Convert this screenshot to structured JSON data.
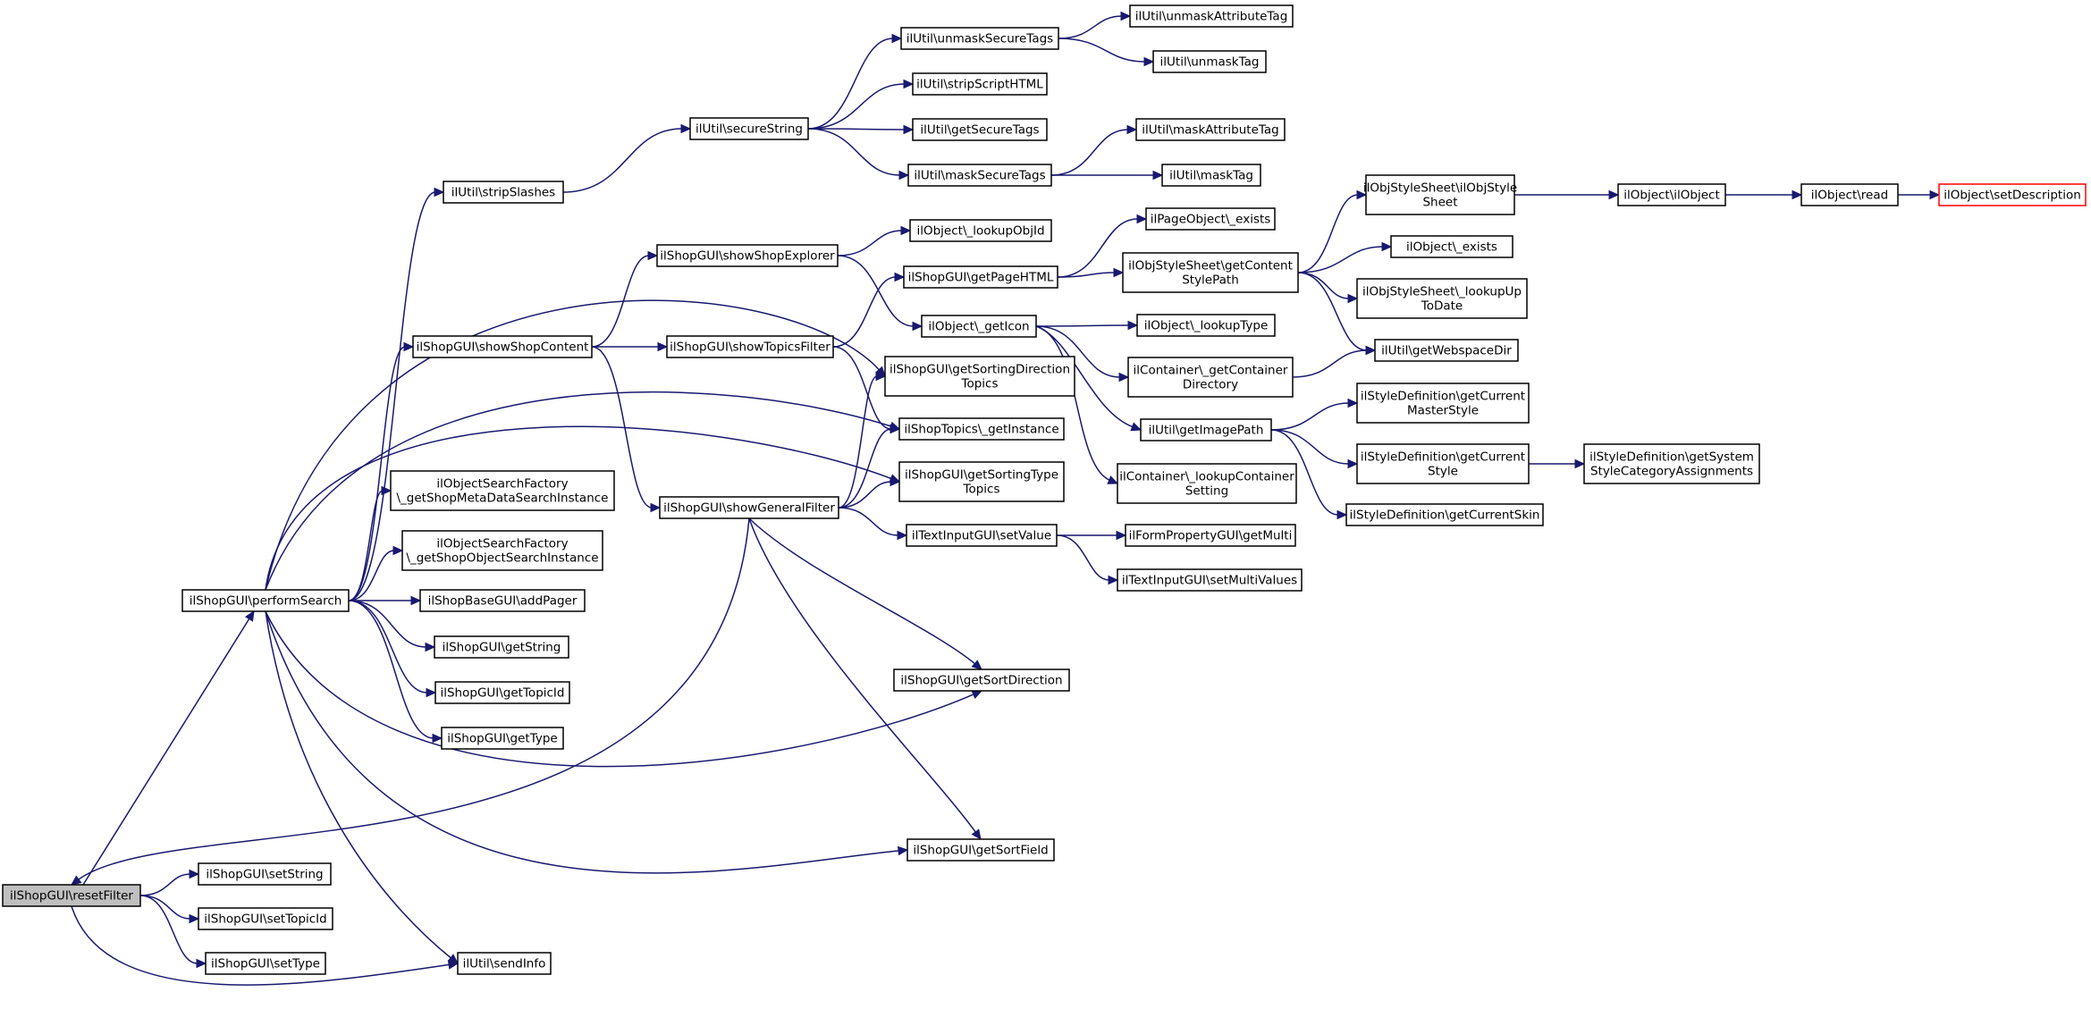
{
  "colors": {
    "edge": "#191970",
    "border": "#000000",
    "root_fill": "#bfbfbf",
    "highlight_border": "#ff0000"
  },
  "nodes": {
    "resetFilter": {
      "lines": [
        "ilShopGUI\\resetFilter"
      ],
      "style": "root"
    },
    "performSearch": {
      "lines": [
        "ilShopGUI\\performSearch"
      ]
    },
    "setString": {
      "lines": [
        "ilShopGUI\\setString"
      ]
    },
    "setTopicId": {
      "lines": [
        "ilShopGUI\\setTopicId"
      ]
    },
    "setType": {
      "lines": [
        "ilShopGUI\\setType"
      ]
    },
    "sendInfo": {
      "lines": [
        "ilUtil\\sendInfo"
      ]
    },
    "showGeneralFilter": {
      "lines": [
        "ilShopGUI\\showGeneralFilter"
      ]
    },
    "stripSlashes": {
      "lines": [
        "ilUtil\\stripSlashes"
      ]
    },
    "showShopContent": {
      "lines": [
        "ilShopGUI\\showShopContent"
      ]
    },
    "getShopMetaDataSearchInstance": {
      "lines": [
        "ilObjectSearchFactory",
        "\\_getShopMetaDataSearchInstance"
      ]
    },
    "getShopObjectSearchInstance": {
      "lines": [
        "ilObjectSearchFactory",
        "\\_getShopObjectSearchInstance"
      ]
    },
    "addPager": {
      "lines": [
        "ilShopBaseGUI\\addPager"
      ]
    },
    "getString": {
      "lines": [
        "ilShopGUI\\getString"
      ]
    },
    "getTopicId": {
      "lines": [
        "ilShopGUI\\getTopicId"
      ]
    },
    "getType": {
      "lines": [
        "ilShopGUI\\getType"
      ]
    },
    "secureString": {
      "lines": [
        "ilUtil\\secureString"
      ]
    },
    "showShopExplorer": {
      "lines": [
        "ilShopGUI\\showShopExplorer"
      ]
    },
    "showTopicsFilter": {
      "lines": [
        "ilShopGUI\\showTopicsFilter"
      ]
    },
    "unmaskSecureTags": {
      "lines": [
        "ilUtil\\unmaskSecureTags"
      ]
    },
    "stripScriptHTML": {
      "lines": [
        "ilUtil\\stripScriptHTML"
      ]
    },
    "getSecureTags": {
      "lines": [
        "ilUtil\\getSecureTags"
      ]
    },
    "maskSecureTags": {
      "lines": [
        "ilUtil\\maskSecureTags"
      ]
    },
    "lookupObjId": {
      "lines": [
        "ilObject\\_lookupObjId"
      ]
    },
    "getPageHTML": {
      "lines": [
        "ilShopGUI\\getPageHTML"
      ]
    },
    "getIcon": {
      "lines": [
        "ilObject\\_getIcon"
      ]
    },
    "getSortingDirectionTopics": {
      "lines": [
        "ilShopGUI\\getSortingDirection",
        "Topics"
      ]
    },
    "shopTopicsGetInstance": {
      "lines": [
        "ilShopTopics\\_getInstance"
      ]
    },
    "getSortingTypeTopics": {
      "lines": [
        "ilShopGUI\\getSortingType",
        "Topics"
      ]
    },
    "setValue": {
      "lines": [
        "ilTextInputGUI\\setValue"
      ]
    },
    "getSortDirection": {
      "lines": [
        "ilShopGUI\\getSortDirection"
      ]
    },
    "getSortField": {
      "lines": [
        "ilShopGUI\\getSortField"
      ]
    },
    "unmaskAttributeTag": {
      "lines": [
        "ilUtil\\unmaskAttributeTag"
      ]
    },
    "unmaskTag": {
      "lines": [
        "ilUtil\\unmaskTag"
      ]
    },
    "maskAttributeTag": {
      "lines": [
        "ilUtil\\maskAttributeTag"
      ]
    },
    "maskTag": {
      "lines": [
        "ilUtil\\maskTag"
      ]
    },
    "pageObjectExists": {
      "lines": [
        "ilPageObject\\_exists"
      ]
    },
    "getContentStylePath": {
      "lines": [
        "ilObjStyleSheet\\getContent",
        "StylePath"
      ]
    },
    "lookupType": {
      "lines": [
        "ilObject\\_lookupType"
      ]
    },
    "getContainerDirectory": {
      "lines": [
        "ilContainer\\_getContainer",
        "Directory"
      ]
    },
    "getImagePath": {
      "lines": [
        "ilUtil\\getImagePath"
      ]
    },
    "lookupContainerSetting": {
      "lines": [
        "ilContainer\\_lookupContainer",
        "Setting"
      ]
    },
    "getMulti": {
      "lines": [
        "ilFormPropertyGUI\\getMulti"
      ]
    },
    "setMultiValues": {
      "lines": [
        "ilTextInputGUI\\setMultiValues"
      ]
    },
    "ilObjStyleSheetCtor": {
      "lines": [
        "ilObjStyleSheet\\ilObjStyle",
        "Sheet"
      ]
    },
    "objectExists": {
      "lines": [
        "ilObject\\_exists"
      ]
    },
    "lookupUpToDate": {
      "lines": [
        "ilObjStyleSheet\\_lookupUp",
        "ToDate"
      ]
    },
    "getWebspaceDir": {
      "lines": [
        "ilUtil\\getWebspaceDir"
      ]
    },
    "getCurrentMasterStyle": {
      "lines": [
        "ilStyleDefinition\\getCurrent",
        "MasterStyle"
      ]
    },
    "getCurrentStyle": {
      "lines": [
        "ilStyleDefinition\\getCurrent",
        "Style"
      ]
    },
    "getCurrentSkin": {
      "lines": [
        "ilStyleDefinition\\getCurrentSkin"
      ]
    },
    "ilObjectCtor": {
      "lines": [
        "ilObject\\ilObject"
      ]
    },
    "getSystemStyleCategoryAssignments": {
      "lines": [
        "ilStyleDefinition\\getSystem",
        "StyleCategoryAssignments"
      ]
    },
    "read": {
      "lines": [
        "ilObject\\read"
      ]
    },
    "setDescription": {
      "lines": [
        "ilObject\\setDescription"
      ],
      "style": "red"
    }
  },
  "edges": [
    [
      "resetFilter",
      "performSearch"
    ],
    [
      "resetFilter",
      "setString"
    ],
    [
      "resetFilter",
      "setTopicId"
    ],
    [
      "resetFilter",
      "setType"
    ],
    [
      "resetFilter",
      "sendInfo"
    ],
    [
      "showGeneralFilter",
      "resetFilter"
    ],
    [
      "performSearch",
      "stripSlashes"
    ],
    [
      "performSearch",
      "showShopContent"
    ],
    [
      "performSearch",
      "getSortingDirectionTopics"
    ],
    [
      "performSearch",
      "shopTopicsGetInstance"
    ],
    [
      "performSearch",
      "getSortingTypeTopics"
    ],
    [
      "performSearch",
      "getShopMetaDataSearchInstance"
    ],
    [
      "performSearch",
      "getShopObjectSearchInstance"
    ],
    [
      "performSearch",
      "addPager"
    ],
    [
      "performSearch",
      "getString"
    ],
    [
      "performSearch",
      "getTopicId"
    ],
    [
      "performSearch",
      "getType"
    ],
    [
      "performSearch",
      "getSortDirection"
    ],
    [
      "performSearch",
      "getSortField"
    ],
    [
      "performSearch",
      "sendInfo"
    ],
    [
      "stripSlashes",
      "secureString"
    ],
    [
      "showShopContent",
      "showShopExplorer"
    ],
    [
      "showShopContent",
      "showTopicsFilter"
    ],
    [
      "showShopContent",
      "showGeneralFilter"
    ],
    [
      "showGeneralFilter",
      "getSortingDirectionTopics"
    ],
    [
      "showGeneralFilter",
      "shopTopicsGetInstance"
    ],
    [
      "showGeneralFilter",
      "getSortingTypeTopics"
    ],
    [
      "showGeneralFilter",
      "setValue"
    ],
    [
      "showGeneralFilter",
      "getSortDirection"
    ],
    [
      "showGeneralFilter",
      "getSortField"
    ],
    [
      "secureString",
      "unmaskSecureTags"
    ],
    [
      "secureString",
      "stripScriptHTML"
    ],
    [
      "secureString",
      "getSecureTags"
    ],
    [
      "secureString",
      "maskSecureTags"
    ],
    [
      "unmaskSecureTags",
      "unmaskAttributeTag"
    ],
    [
      "unmaskSecureTags",
      "unmaskTag"
    ],
    [
      "maskSecureTags",
      "maskAttributeTag"
    ],
    [
      "maskSecureTags",
      "maskTag"
    ],
    [
      "showShopExplorer",
      "lookupObjId"
    ],
    [
      "showShopExplorer",
      "getIcon"
    ],
    [
      "showTopicsFilter",
      "getPageHTML"
    ],
    [
      "showTopicsFilter",
      "shopTopicsGetInstance"
    ],
    [
      "getPageHTML",
      "pageObjectExists"
    ],
    [
      "getPageHTML",
      "getContentStylePath"
    ],
    [
      "getIcon",
      "lookupType"
    ],
    [
      "getIcon",
      "getContainerDirectory"
    ],
    [
      "getIcon",
      "getImagePath"
    ],
    [
      "getIcon",
      "lookupContainerSetting"
    ],
    [
      "setValue",
      "getMulti"
    ],
    [
      "setValue",
      "setMultiValues"
    ],
    [
      "getContentStylePath",
      "ilObjStyleSheetCtor"
    ],
    [
      "getContentStylePath",
      "objectExists"
    ],
    [
      "getContentStylePath",
      "lookupUpToDate"
    ],
    [
      "getContentStylePath",
      "getWebspaceDir"
    ],
    [
      "getContainerDirectory",
      "getWebspaceDir"
    ],
    [
      "getImagePath",
      "getCurrentMasterStyle"
    ],
    [
      "getImagePath",
      "getCurrentStyle"
    ],
    [
      "getImagePath",
      "getCurrentSkin"
    ],
    [
      "getCurrentStyle",
      "getSystemStyleCategoryAssignments"
    ],
    [
      "ilObjStyleSheetCtor",
      "ilObjectCtor"
    ],
    [
      "ilObjectCtor",
      "read"
    ],
    [
      "read",
      "setDescription"
    ]
  ]
}
